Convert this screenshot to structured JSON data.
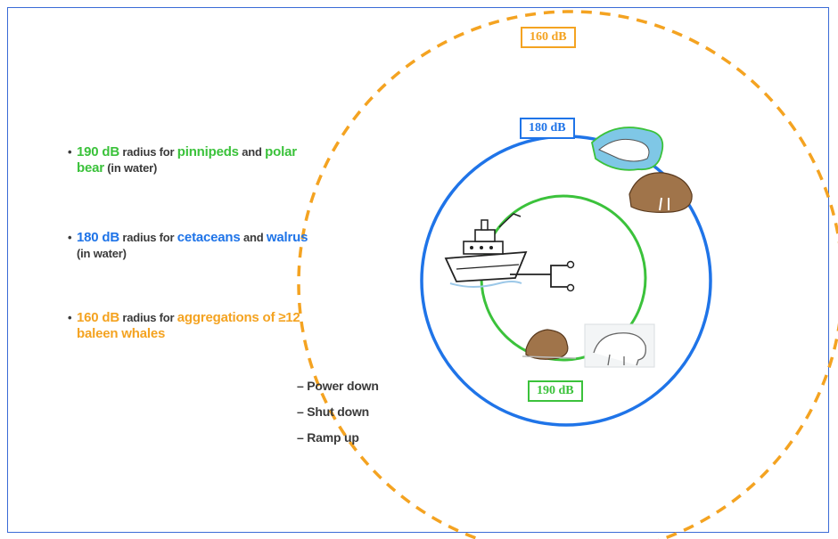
{
  "labels": {
    "db160": "160 dB",
    "db180": "180 dB",
    "db190": "190 dB"
  },
  "bullets": [
    {
      "db": "190 dB",
      "text1": " radius for ",
      "hl1": "pinnipeds",
      "text2": " and ",
      "hl2": "polar",
      "line2_hl": "bear",
      "line2_text": " (in water)"
    },
    {
      "db": "180 dB",
      "text1": " radius for ",
      "hl1": "cetaceans",
      "text2": " and ",
      "hl2": "walrus",
      "line2_text": "(in water)"
    },
    {
      "db": "160 dB",
      "text1": " radius for ",
      "hl1": "aggregations of ≥12",
      "line2_hl": "baleen whales"
    }
  ],
  "actions": [
    "– Power down",
    "– Shut down",
    "– Ramp up"
  ],
  "colors": {
    "green": "#3bc23b",
    "blue": "#1f74e8",
    "orange": "#f4a321",
    "frame": "#3a6bd6"
  },
  "icons": [
    "ship-icon",
    "hydrophone-icon",
    "beluga-icon",
    "walrus-icon",
    "seal-icon",
    "polar-bear-icon"
  ]
}
